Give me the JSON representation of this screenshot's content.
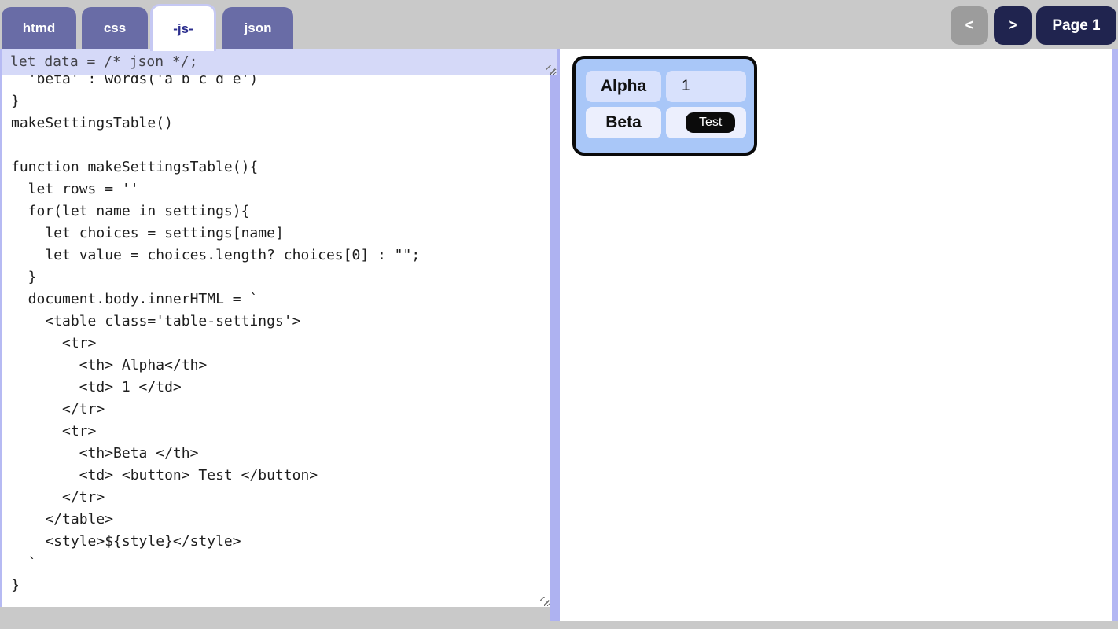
{
  "tabs": [
    {
      "label": "htmd",
      "active": false
    },
    {
      "label": "css",
      "active": false
    },
    {
      "label": "-js-",
      "active": true
    },
    {
      "label": "json",
      "active": false
    }
  ],
  "pager": {
    "prev_label": "<",
    "next_label": ">",
    "page_label": "Page 1"
  },
  "editor": {
    "data_line": "let data = /* json */;",
    "code": "  'beta' : words('a b c d e')\n}\nmakeSettingsTable()\n\nfunction makeSettingsTable(){\n  let rows = ''\n  for(let name in settings){\n    let choices = settings[name]\n    let value = choices.length? choices[0] : \"\";\n  }\n  document.body.innerHTML = `\n    <table class='table-settings'>\n      <tr>\n        <th> Alpha</th>\n        <td> 1 </td>\n      </tr>\n      <tr>\n        <th>Beta </th>\n        <td> <button> Test </button>\n      </tr>\n    </table>\n    <style>${style}</style>\n  `\n}\n",
    "scroll_top": "13"
  },
  "preview": {
    "settings_table": {
      "rows": [
        {
          "header": "Alpha",
          "value": "1",
          "kind": "text"
        },
        {
          "header": "Beta",
          "button_label": "Test",
          "kind": "button"
        }
      ]
    }
  },
  "colors": {
    "tab_inactive_bg": "#696ca6",
    "tab_active_text": "#2d2f8e",
    "nav_button_navy": "#20244f",
    "nav_button_disabled": "#9c9c9c",
    "data_line_highlight": "#d5d9f8",
    "pane_divider": "#aeb2f1",
    "table_container_bg": "#a9c7f8",
    "table_row1_cell_bg": "#d8e1fc",
    "table_row2_cell_bg": "#eceffd",
    "test_button_bg": "#0b0b0b",
    "page_background": "#c9c9c9"
  }
}
